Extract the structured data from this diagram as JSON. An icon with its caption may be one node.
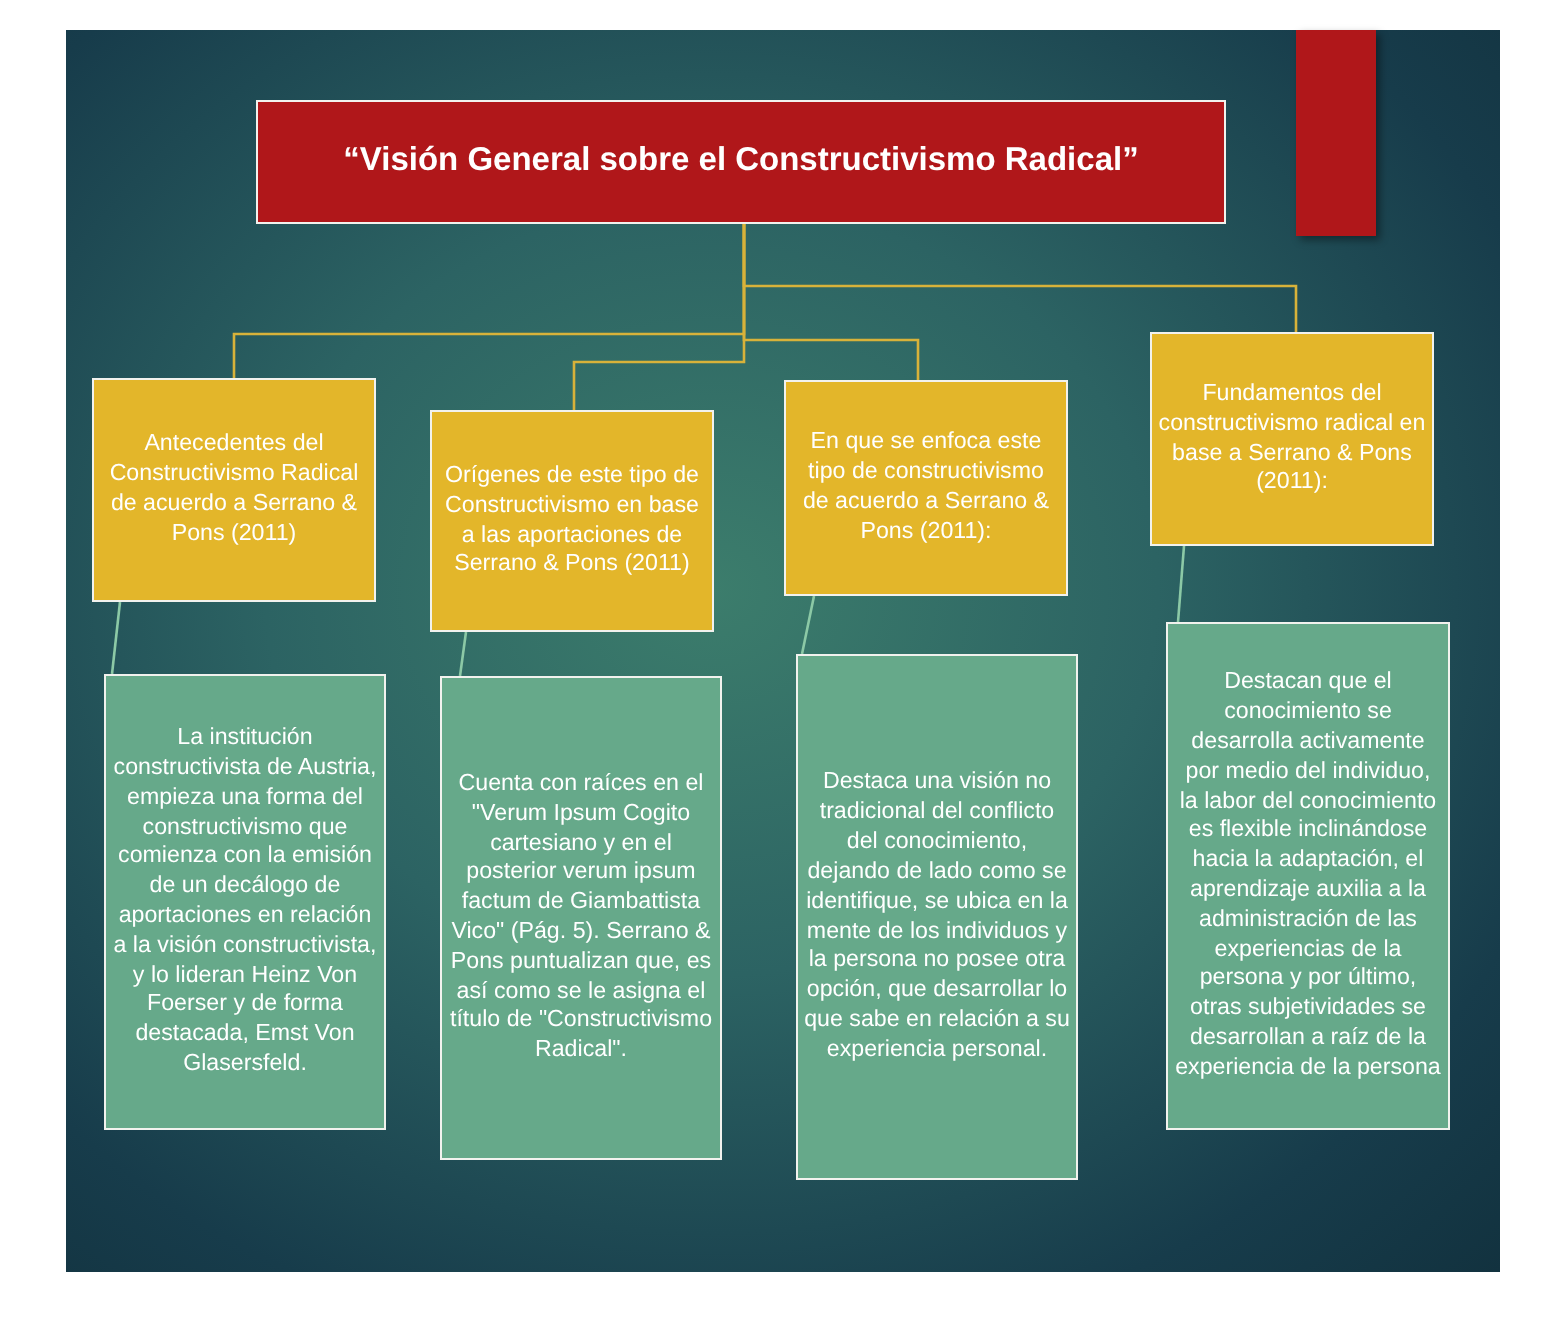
{
  "diagram": {
    "nodes": [
      {
        "text": [
          "“Visión General sobre el Constructivismo Radical”"
        ]
      },
      {
        "text": [
          "Antecedentes del Constructivismo Radical de acuerdo a Serrano & Pons (2011)"
        ]
      },
      {
        "text": [
          "Orígenes de este tipo de Constructivismo en base a las aportaciones de Serrano & Pons (2011)"
        ]
      },
      {
        "text": [
          "En que se enfoca este tipo de constructivismo de acuerdo a Serrano & Pons (2011):"
        ]
      },
      {
        "text": [
          "Fundamentos del constructivismo radical en base a Serrano & Pons (2011):"
        ]
      },
      {
        "text": [
          "La institución constructivista de Austria, empieza una forma del constructivismo que comienza con la emisión de un decálogo de aportaciones  en relación a la visión constructivista, y lo lideran Heinz Von Foerser y de forma destacada, Emst Von Glasersfeld."
        ]
      },
      {
        "text": [
          "Cuenta con raíces en el \"Verum Ipsum Cogito cartesiano y en el posterior verum ipsum factum de Giambattista Vico\" (Pág. 5). Serrano & Pons puntualizan que, es así como se le asigna el título de \"Constructivismo Radical\"."
        ]
      },
      {
        "text": [
          "Destaca una visión no tradicional del conflicto del conocimiento, dejando de lado como se identifique, se ubica en la mente de los individuos y la persona no posee otra opción, que desarrollar lo que sabe en relación a su experiencia personal."
        ]
      },
      {
        "text": [
          "Destacan que el conocimiento se desarrolla activamente por medio del individuo, la labor del conocimiento es flexible inclinándose hacia la adaptación, el aprendizaje auxilia a la administración de las experiencias de la persona y por último, otras subjetividades se desarrollan a raíz de la experiencia de la persona"
        ]
      }
    ],
    "edges": [
      {
        "from": 0,
        "to": 1,
        "arrow": "none"
      },
      {
        "from": 0,
        "to": 2,
        "arrow": "none"
      },
      {
        "from": 0,
        "to": 3,
        "arrow": "none"
      },
      {
        "from": 0,
        "to": 4,
        "arrow": "none"
      },
      {
        "from": 1,
        "to": 5,
        "arrow": "none",
        "color": "#8cc9a6"
      },
      {
        "from": 2,
        "to": 6,
        "arrow": "none",
        "color": "#8cc9a6"
      },
      {
        "from": 3,
        "to": 7,
        "arrow": "none",
        "color": "#8cc9a6"
      },
      {
        "from": 4,
        "to": 8,
        "arrow": "none",
        "color": "#8cc9a6"
      }
    ]
  }
}
